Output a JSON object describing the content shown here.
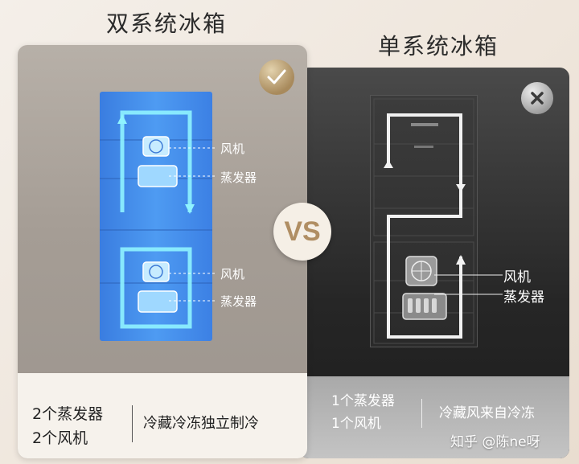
{
  "titles": {
    "left": "双系统冰箱",
    "right": "单系统冰箱"
  },
  "vs_label": "VS",
  "left_panel": {
    "callouts": {
      "fan_top": "风机",
      "evap_top": "蒸发器",
      "fan_bottom": "风机",
      "evap_bottom": "蒸发器"
    },
    "spec_lines": [
      "2个蒸发器",
      "2个风机"
    ],
    "feature": "冷藏冷冻独立制冷",
    "badge_icon": "check-icon",
    "accent_color": "#3f8cf0"
  },
  "right_panel": {
    "callouts": {
      "fan": "风机",
      "evap": "蒸发器"
    },
    "spec_lines": [
      "1个蒸发器",
      "1个风机"
    ],
    "feature": "冷藏风来自冷冻",
    "badge_icon": "close-icon"
  },
  "watermark": "知乎 @陈ne呀"
}
